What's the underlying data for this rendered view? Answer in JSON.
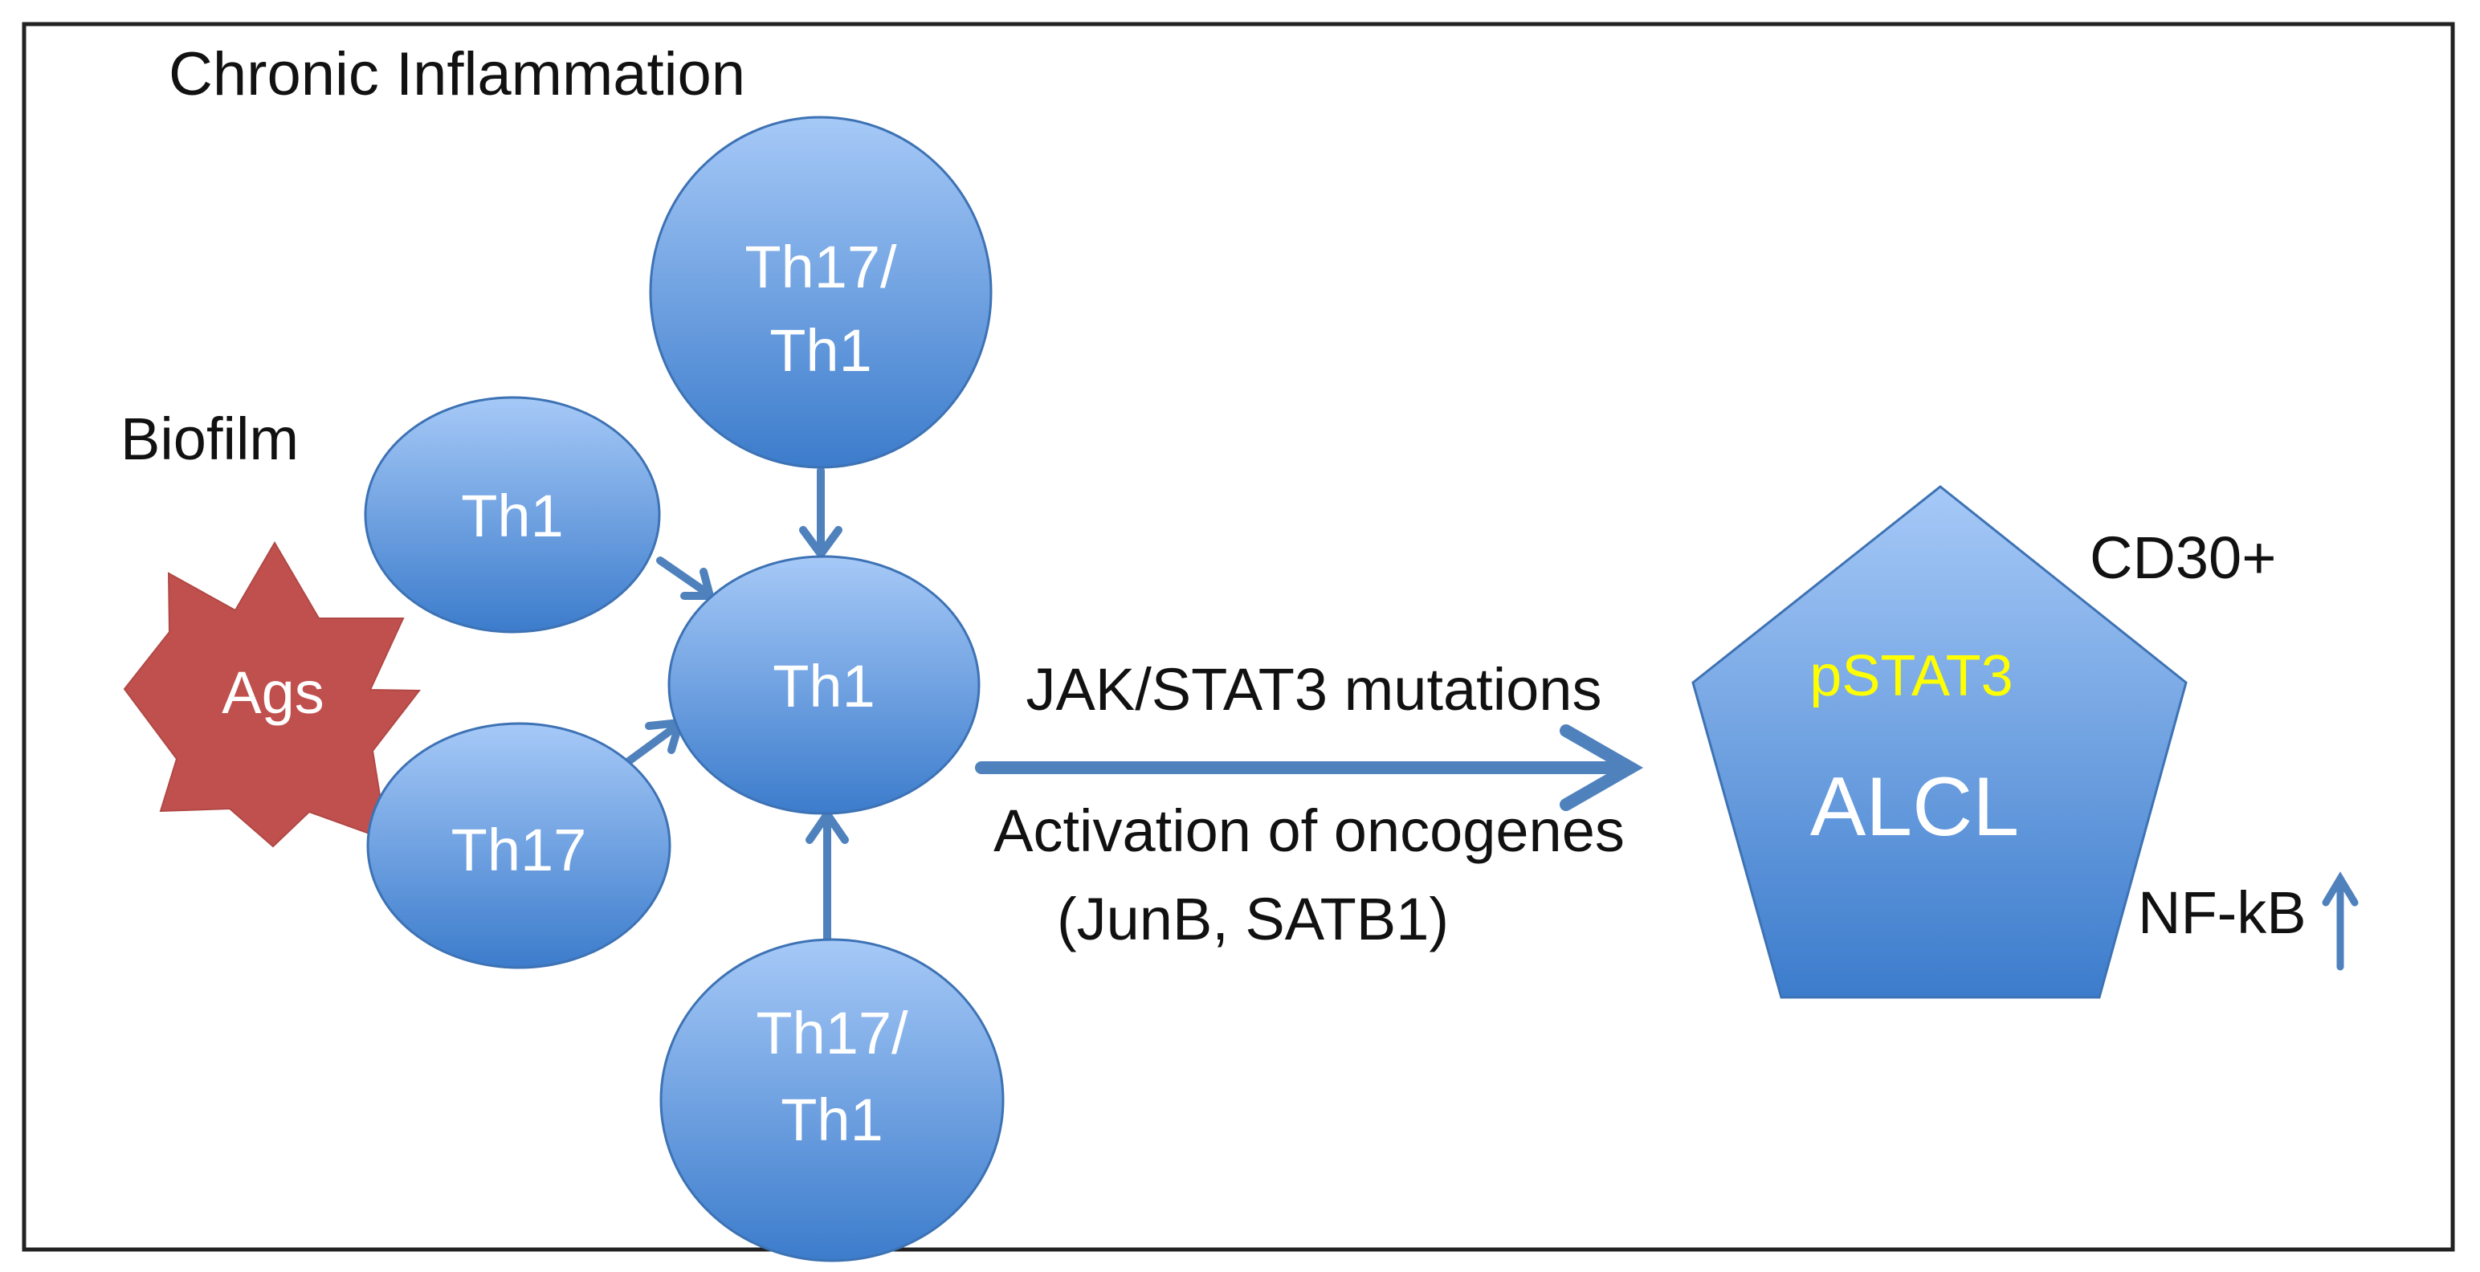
{
  "title": "Chronic Inflammation",
  "labels": {
    "biofilm": "Biofilm",
    "cd30": "CD30+",
    "nfkb": "NF-kB"
  },
  "nodes": {
    "ags": "Ags",
    "th1_upper_left": "Th1",
    "th17_lower_left": "Th17",
    "th1_center": "Th1",
    "th17th1_top": [
      "Th17/",
      "Th1"
    ],
    "th17th1_bottom": [
      "Th17/",
      "Th1"
    ],
    "alcl": "ALCL",
    "pstat3": "pSTAT3"
  },
  "transition": {
    "above": "JAK/STAT3 mutations",
    "below_line1": "Activation of oncogenes",
    "below_line2": "(JunB, SATB1)"
  },
  "colors": {
    "node_fill_light": "#9cc2f5",
    "node_fill_dark": "#3f7fcd",
    "arrow": "#4f81bd",
    "ags_fill": "#c0504d",
    "pstat3_text": "#ffff00",
    "text_dark": "#111111",
    "text_light": "#ffffff"
  }
}
